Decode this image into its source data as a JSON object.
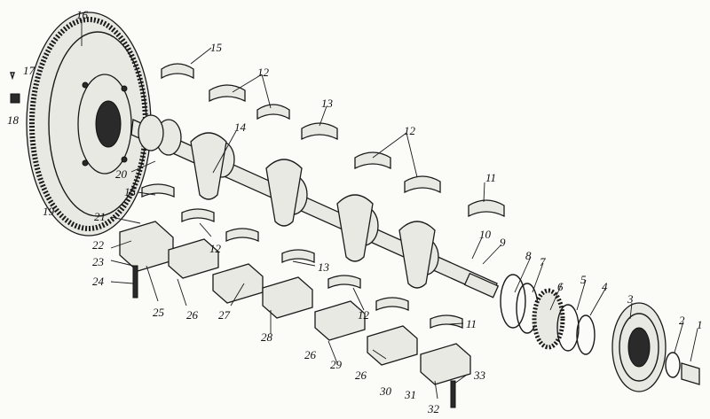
{
  "labels": [
    "1",
    "2",
    "3",
    "4",
    "5",
    "6",
    "7",
    "8",
    "9",
    "10",
    "11",
    "11",
    "12",
    "12",
    "12",
    "12",
    "13",
    "13",
    "14",
    "15",
    "15",
    "16",
    "17",
    "18",
    "19",
    "20",
    "21",
    "22",
    "23",
    "24",
    "25",
    "26",
    "26",
    "26",
    "27",
    "28",
    "29",
    "30",
    "31",
    "32",
    "33"
  ]
}
